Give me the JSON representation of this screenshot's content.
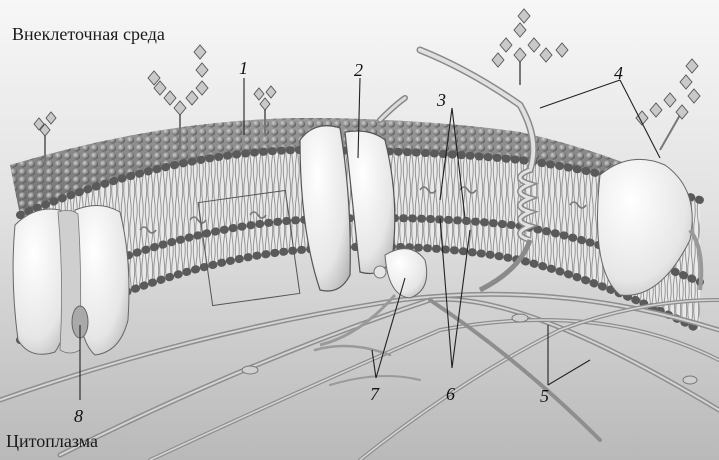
{
  "regions": {
    "extracellular": "Внеклеточная среда",
    "cytoplasm": "Цитоплазма"
  },
  "labels": [
    "1",
    "2",
    "3",
    "4",
    "5",
    "6",
    "7",
    "8"
  ],
  "colors": {
    "background_top": "#f4f4f4",
    "background_bottom": "#bdbdbd",
    "lipid_head": "#8a8a8a",
    "protein": "#efefef",
    "filament": "#9a9a9a",
    "glycan": "#7a7a7a"
  }
}
